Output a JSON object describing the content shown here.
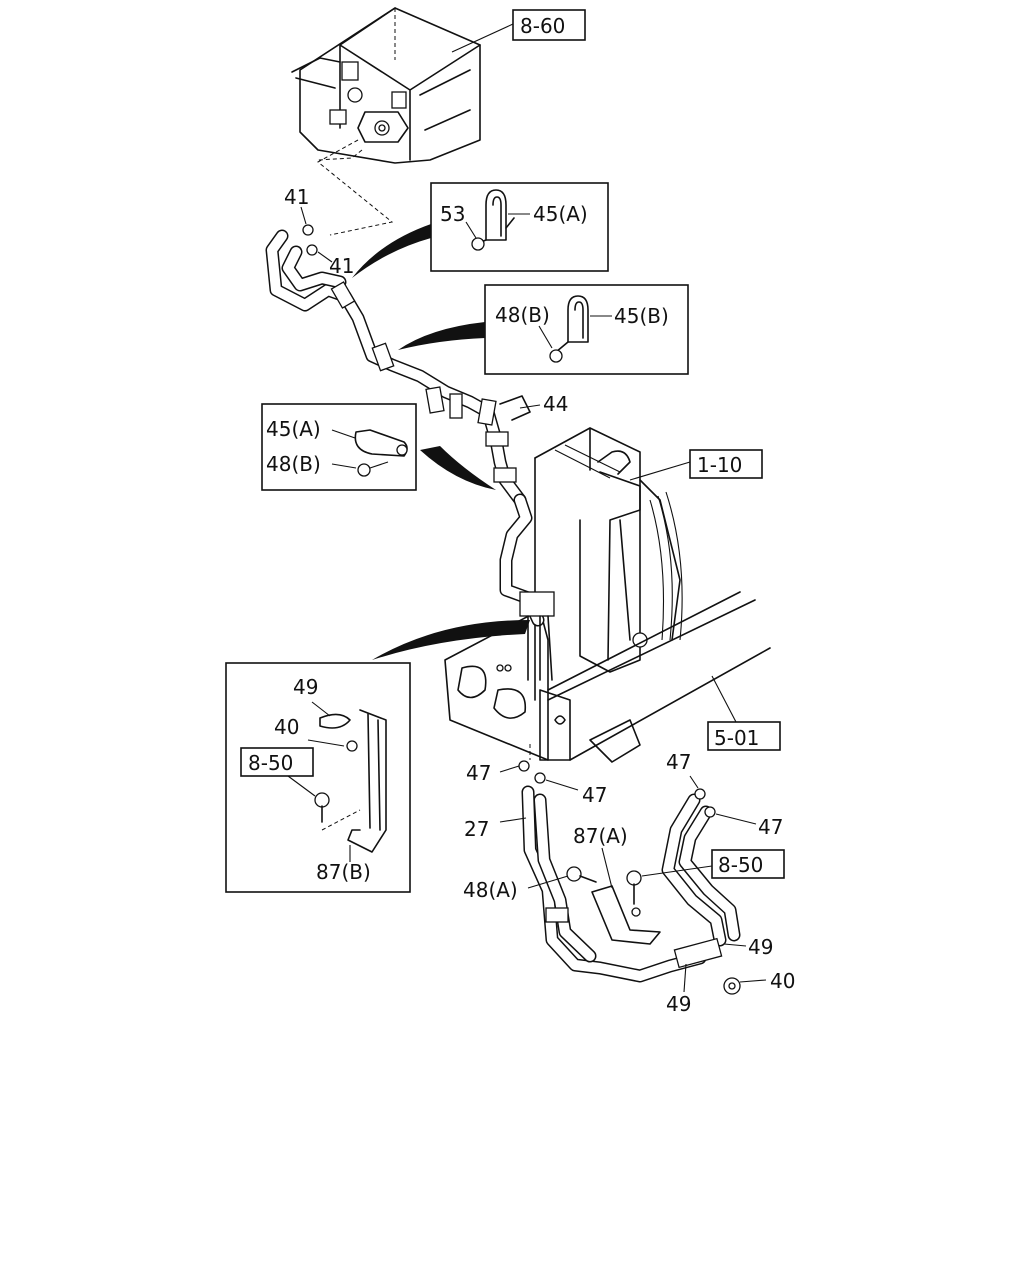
{
  "refs": {
    "r860": "8-60",
    "r110": "1-10",
    "r501": "5-01",
    "r850a": "8-50",
    "r850b": "8-50"
  },
  "labels": {
    "l41a": "41",
    "l41b": "41",
    "l53": "53",
    "l45A_top": "45(A)",
    "l48B_top": "48(B)",
    "l45B": "45(B)",
    "l44": "44",
    "l45A_left": "45(A)",
    "l48B_left": "48(B)",
    "l49_inset": "49",
    "l40_inset": "40",
    "l87B": "87(B)",
    "l47a": "47",
    "l47b": "47",
    "l47c": "47",
    "l47d": "47",
    "l27": "27",
    "l87A": "87(A)",
    "l48A": "48(A)",
    "l49a": "49",
    "l49b": "49",
    "l40": "40"
  }
}
